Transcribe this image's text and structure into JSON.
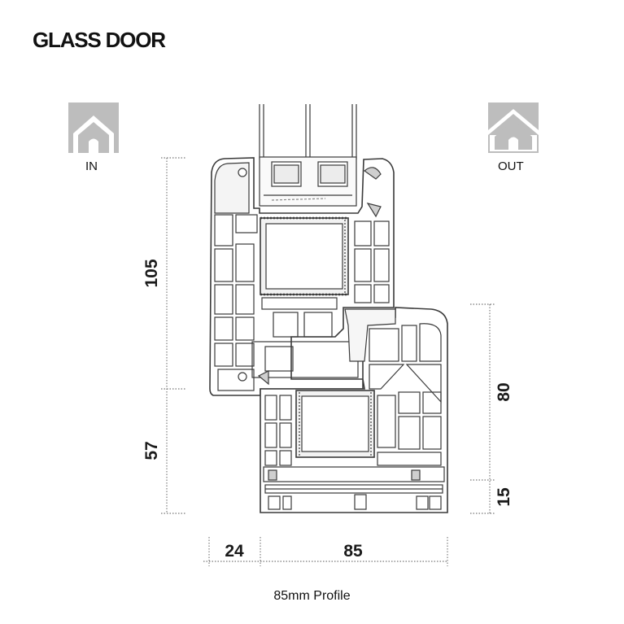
{
  "title": "GLASS DOOR",
  "labels": {
    "inside": "IN",
    "outside": "OUT"
  },
  "icons": {
    "inside": "house-icon-gray",
    "outside": "house-icon-outline"
  },
  "dimensions": {
    "left_upper": "105",
    "left_lower": "57",
    "right_upper": "80",
    "right_lower": "15",
    "bottom_left": "24",
    "bottom_right": "85"
  },
  "caption": "85mm Profile",
  "colors": {
    "profile_stroke": "#3a3a3a",
    "icon_gray": "#bdbdbd",
    "dim_line": "#555555"
  }
}
